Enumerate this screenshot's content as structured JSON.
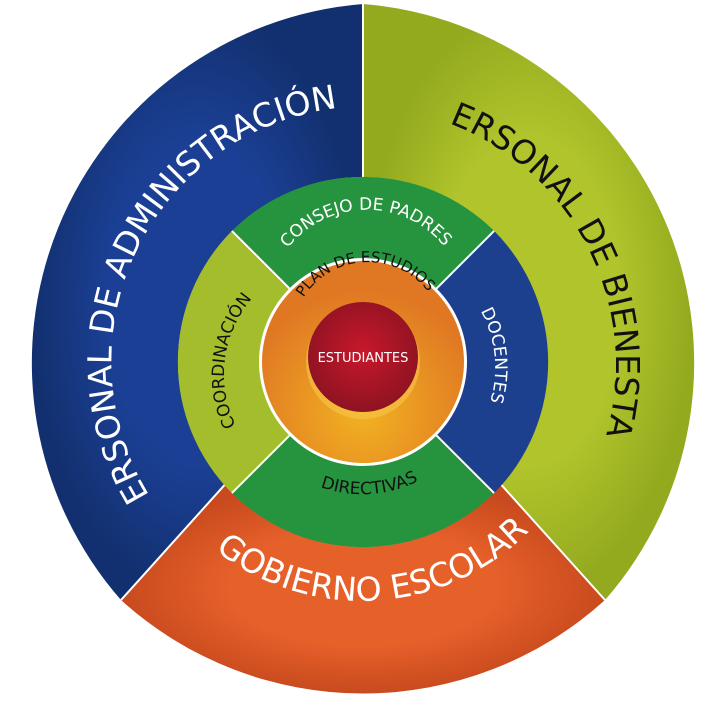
{
  "outer_ring": [
    {
      "label": "PERSONAL DE ADMINISTRACIÓN",
      "color": "#1b3f94",
      "color_edge": "#12306f",
      "text_color": "#ffffff"
    },
    {
      "label": "PERSONAL DE BIENESTAR",
      "color": "#b1c42c",
      "color_edge": "#93a91e",
      "text_color": "#111111"
    },
    {
      "label": "GOBIERNO ESCOLAR",
      "color": "#e6602a",
      "color_edge": "#c84a1e",
      "text_color": "#ffffff"
    }
  ],
  "middle_ring": [
    {
      "label": "CONSEJO DE PADRES",
      "color": "#26933f",
      "text_color": "#ffffff"
    },
    {
      "label": "DOCENTES",
      "color": "#1c3f8e",
      "text_color": "#ffffff"
    },
    {
      "label": "DIRECTIVAS",
      "color": "#26933f",
      "text_color": "#111111"
    },
    {
      "label": "COORDINACIÓN",
      "color": "#a4bd2c",
      "text_color": "#111111"
    }
  ],
  "core_ring": {
    "label": "PLAN DE ESTUDIOS",
    "color": "#f2b222",
    "color_edge": "#e07823",
    "text_color": "#111111"
  },
  "center": {
    "label": "ESTUDIANTES",
    "color": "#c8182b",
    "color_edge": "#8e1322",
    "text_color": "#ffffff"
  }
}
